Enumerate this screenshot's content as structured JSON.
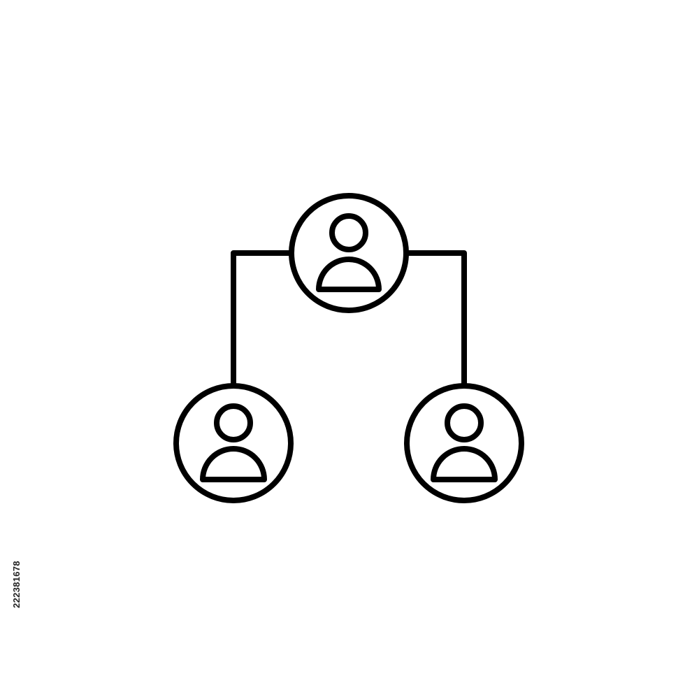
{
  "diagram": {
    "type": "org-hierarchy-icon",
    "nodes": [
      {
        "id": "top",
        "icon": "user-icon"
      },
      {
        "id": "bottom-left",
        "icon": "user-icon"
      },
      {
        "id": "bottom-right",
        "icon": "user-icon"
      }
    ],
    "edges": [
      {
        "from": "top",
        "to": "bottom-left"
      },
      {
        "from": "top",
        "to": "bottom-right"
      }
    ],
    "stroke_color": "#000000",
    "background_color": "#ffffff"
  },
  "watermark": {
    "stock_id": "222381678"
  }
}
